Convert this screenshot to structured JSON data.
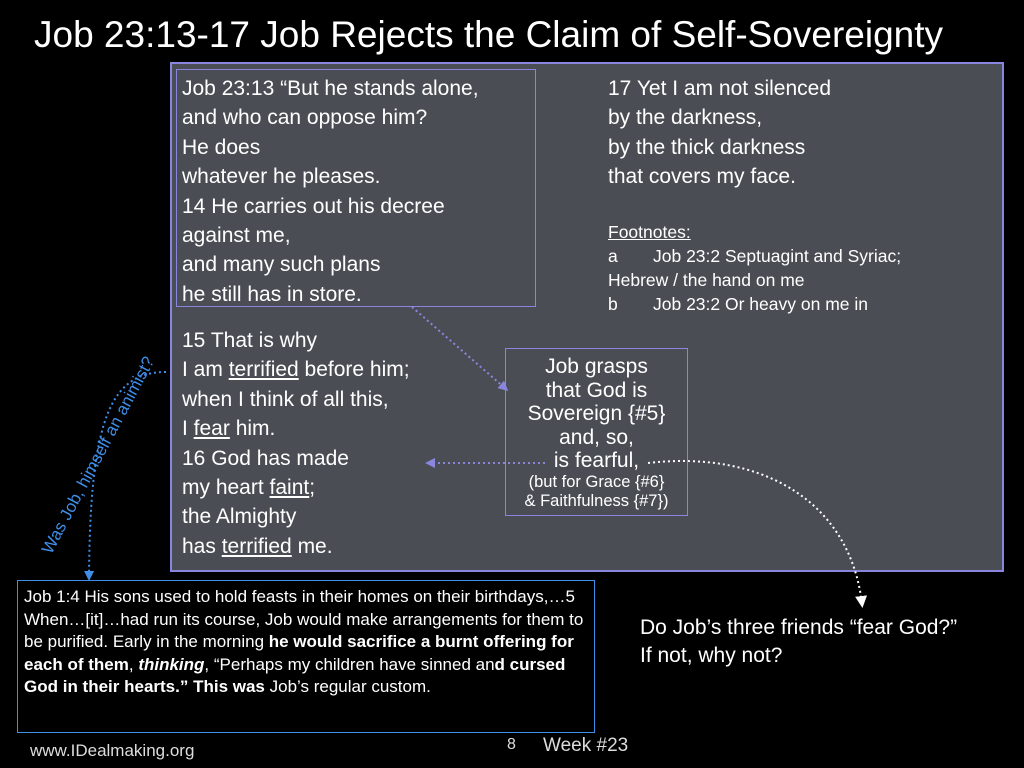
{
  "title": "Job 23:13-17  Job Rejects the Claim of Self-Sovereignty",
  "stanza_a": {
    "lines": [
      "Job 23:13 “But he stands alone,",
      "and who can oppose him?",
      "He does",
      "whatever he pleases.",
      "14 He carries out his decree",
      "against me,",
      "and many such plans",
      "he still has in store."
    ]
  },
  "stanza_b": {
    "l1": "15 That is why",
    "l2_pre": "I am ",
    "l2_u": "terrified",
    "l2_post": " before him;",
    "l3": "when I think of all this,",
    "l4_pre": "I ",
    "l4_u": "fear",
    "l4_post": " him.",
    "l5": "16 God has made",
    "l6_pre": "my heart ",
    "l6_u": "faint",
    "l6_post": ";",
    "l7": "the Almighty",
    "l8_u": "terrified",
    "l8_pre": "has ",
    "l8_post": " me."
  },
  "stanza_c": {
    "lines": [
      "17 Yet I am not silenced",
      "by the darkness,",
      "by the thick darkness",
      "that covers my face."
    ]
  },
  "footnotes": {
    "heading": "Footnotes:",
    "a_letter": "a",
    "a_text": "Job 23:2 Septuagint and Syriac;",
    "a_cont": "Hebrew / the hand on me",
    "b_letter": "b",
    "b_text": "Job 23:2 Or heavy on me in"
  },
  "grasp": {
    "l1": "Job grasps",
    "l2": "that God is",
    "l3": "Sovereign {#5}",
    "l4": "and, so,",
    "l5": "is fearful,",
    "l6": "(but for Grace {#6}",
    "l7": "& Faithfulness {#7})"
  },
  "side_note": "Was Job, himself an animist?",
  "job14": {
    "t1": "Job 1:4 His sons used to hold feasts in their homes on their birthdays,…5 When…[it]…had run its course, Job would make arrangements for them to be purified. Early in the morning ",
    "b1": "he would sacrifice a burnt offering for each of them",
    "t2": ", ",
    "bi": "thinking",
    "t3": ", “Perhaps my children have sinned an",
    "b2": "d cursed God in their hearts.” This was",
    "t4": " Job’s regular custom."
  },
  "friends": {
    "l1": "Do Job’s three friends “fear God?”",
    "l2": "If not, why not?"
  },
  "footer": {
    "site": "www.IDealmaking.org",
    "slide_number": "8",
    "week": "Week #23"
  },
  "colors": {
    "panel": "#4a4e54",
    "panel_border": "#8a86e0",
    "blue_accent": "#3f8ee8",
    "arrow_dotted": "#8a86e0"
  }
}
